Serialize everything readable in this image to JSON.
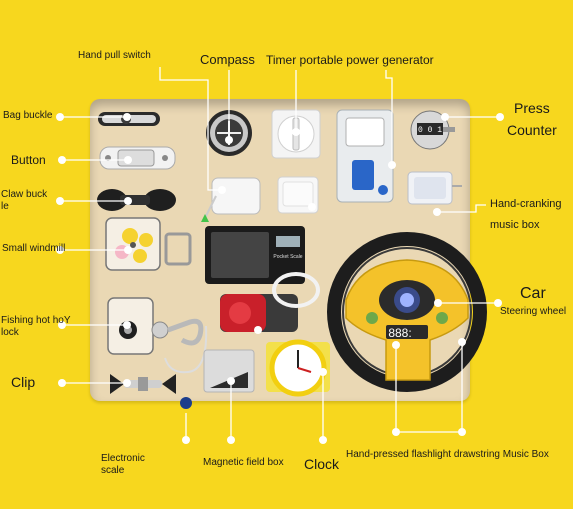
{
  "labels": {
    "hand_pull_switch": "Hand pull switch",
    "compass": "Compass",
    "timer_generator": "Timer portable power generator",
    "bag_buckle": "Bag buckle",
    "press": "Press",
    "counter": "Counter",
    "button": "Button",
    "claw_buckle_1": "Claw buck",
    "claw_buckle_2": "le",
    "hand_cranking": "Hand-cranking",
    "music_box": "music box",
    "small_windmill": "Small windmill",
    "car": "Car",
    "steering_wheel": "Steering wheel",
    "fishing_1": "Fishing hot hoY",
    "fishing_2": "lock",
    "clip": "Clip",
    "electronic": "Electronic",
    "scale": "scale",
    "magnetic_field_box": "Magnetic field box",
    "clock": "Clock",
    "flashlight_music": "Hand-pressed flashlight drawstring Music Box"
  },
  "device_text": {
    "counter_digits": "0 0 1",
    "scale_brand": "Pocket Scale",
    "car_display": "888:"
  },
  "colors": {
    "background": "#f7d71e",
    "board": "#ead8b4",
    "leader": "#ffffff",
    "wheel_yellow": "#f4c22a",
    "flashlight_red": "#c9202a"
  }
}
